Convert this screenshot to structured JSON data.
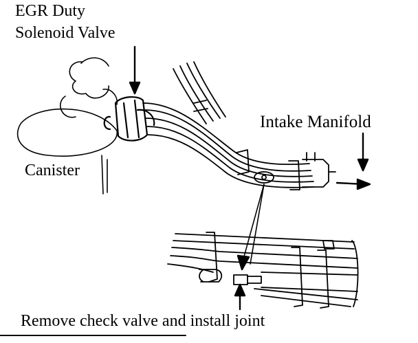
{
  "labels": {
    "egr_line1": "EGR Duty",
    "egr_line2": "Solenoid Valve",
    "intake_manifold": "Intake Manifold",
    "canister": "Canister",
    "caption": "Remove check valve and install joint"
  },
  "colors": {
    "ink": "#000000",
    "paper": "#ffffff"
  }
}
